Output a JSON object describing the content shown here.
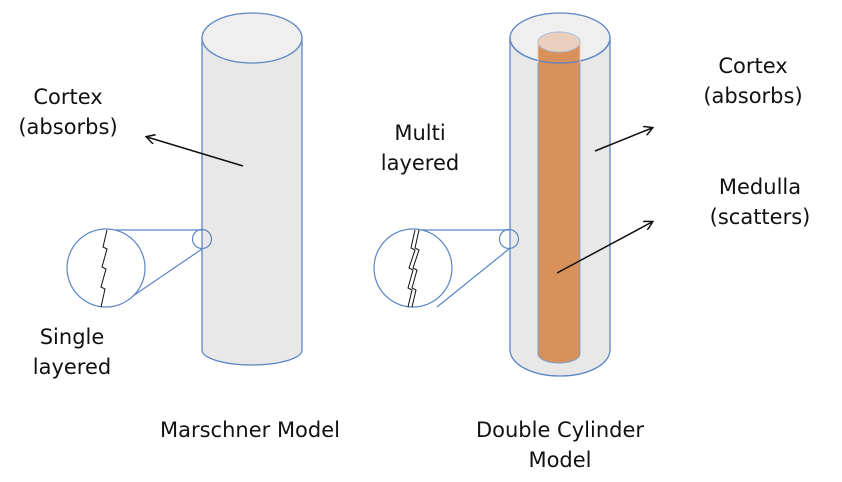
{
  "left_model": {
    "caption": "Marschner Model",
    "cortex_label": [
      "Cortex",
      "(absorbs)"
    ],
    "layer_label": [
      "Single",
      "layered"
    ]
  },
  "right_model": {
    "caption": [
      "Double Cylinder",
      "Model"
    ],
    "cortex_label": [
      "Cortex",
      "(absorbs)"
    ],
    "medulla_label": [
      "Medulla",
      "(scatters)"
    ],
    "layer_label": [
      "Multi",
      "layered"
    ]
  },
  "colors": {
    "outline": "#5b86c4",
    "cylinder_fill": "#e8e8e8",
    "cylinder_top": "#efefef",
    "medulla_fill": "#d8915a",
    "medulla_top": "#ebcfbd",
    "arrow": "#111111"
  }
}
